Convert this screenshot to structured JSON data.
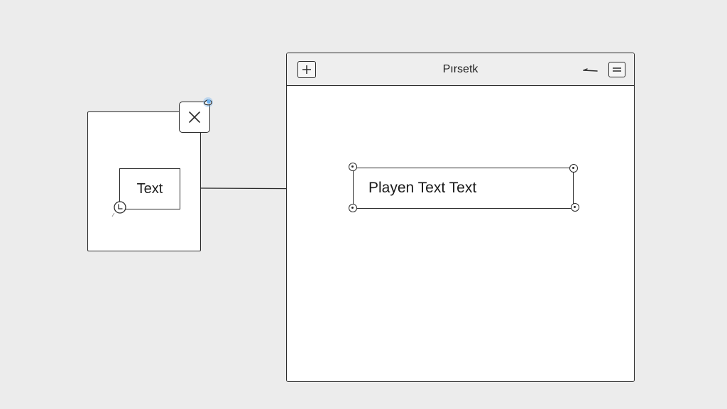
{
  "window": {
    "title": "Pırsetk"
  },
  "source_panel": {
    "chip_label": "Text"
  },
  "canvas": {
    "text_element_value": "Playen Text Text"
  },
  "colors": {
    "background": "#ececec",
    "stroke": "#2b2b2b",
    "titlebar": "#eeeeee",
    "accent_dot": "#6fb3f0"
  },
  "icons": {
    "close": "close-icon",
    "add": "plus-icon",
    "minimize": "minimize-icon",
    "menu": "menu-icon",
    "drag": "drag-dot-icon",
    "arrow": "arrow-right-icon"
  }
}
